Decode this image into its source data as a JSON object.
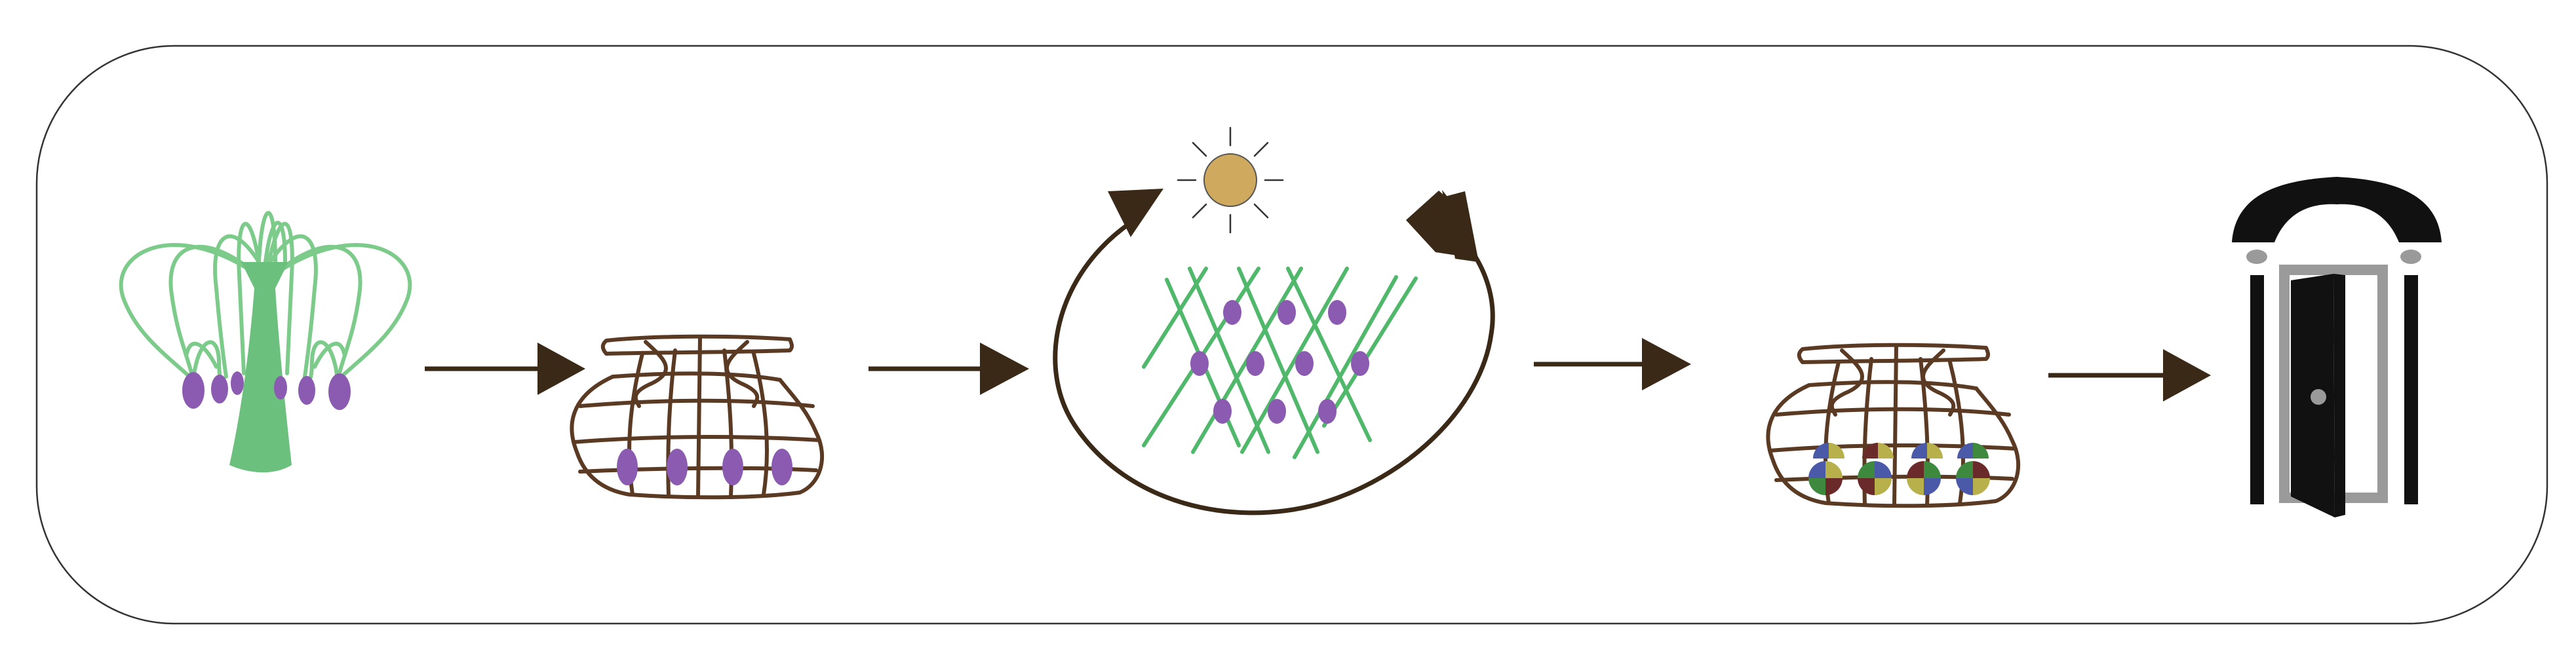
{
  "diagram": {
    "steps": [
      {
        "id": "plant",
        "icon": "flowering-plant-with-purple-pods-icon"
      },
      {
        "id": "basket-raw",
        "icon": "basket-with-purple-pods-icon"
      },
      {
        "id": "drying",
        "icon": "sun-drying-rack-cycle-icon"
      },
      {
        "id": "basket-mixed",
        "icon": "basket-with-multicolor-pods-icon"
      },
      {
        "id": "store",
        "icon": "open-door-doorway-icon"
      }
    ],
    "colors": {
      "frame": "#333333",
      "plant_green": "#7ccb8a",
      "plant_stem": "#6cc07e",
      "pod_purple": "#8a5bb0",
      "basket_brown": "#5b3a23",
      "arrow_dark": "#3a2916",
      "sun": "#cfa95e",
      "rack_green": "#4fb86a",
      "door_black": "#111111",
      "door_grey": "#9a9a9a",
      "mix_yellow": "#b8b04a",
      "mix_blue": "#4b5aa8",
      "mix_green": "#3d8a3f",
      "mix_maroon": "#6a2a2a"
    },
    "connectors": 4
  }
}
